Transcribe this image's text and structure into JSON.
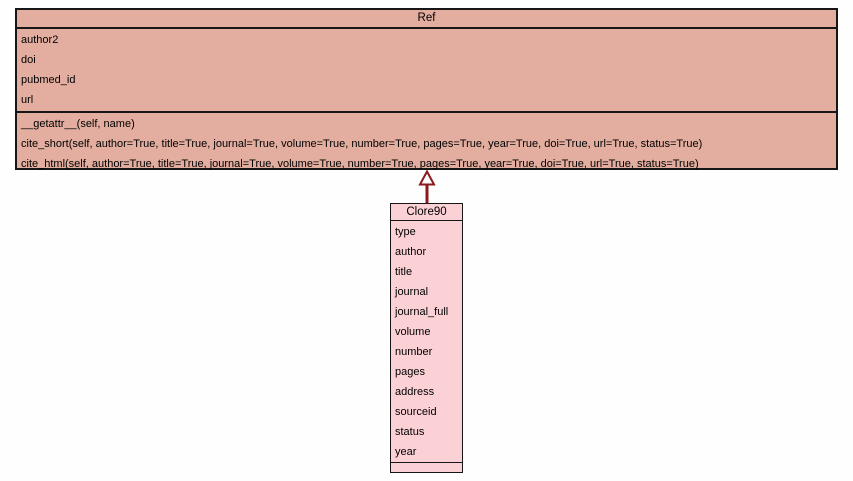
{
  "diagram_title": "UML class diagram",
  "ref_class": {
    "name": "Ref",
    "attributes": [
      "author2",
      "doi",
      "pubmed_id",
      "url"
    ],
    "methods": [
      "__getattr__(self, name)",
      "cite_short(self, author=True, title=True, journal=True, volume=True, number=True, pages=True, year=True, doi=True, url=True, status=True)",
      "cite_html(self, author=True, title=True, journal=True, volume=True, number=True, pages=True, year=True, doi=True, url=True, status=True)"
    ]
  },
  "clore90_class": {
    "name": "Clore90",
    "attributes": [
      "type",
      "author",
      "title",
      "journal",
      "journal_full",
      "volume",
      "number",
      "pages",
      "address",
      "sourceid",
      "status",
      "year"
    ],
    "methods": []
  },
  "relationship": {
    "type": "inheritance",
    "from": "Clore90",
    "to": "Ref"
  },
  "colors": {
    "ref_fill": "#e3aea0",
    "clore90_fill": "#fcd1d6",
    "border": "#161616",
    "arrow": "#8b1a1a",
    "arrowhead_fill": "#ffffff",
    "background": "#fdfefd"
  }
}
